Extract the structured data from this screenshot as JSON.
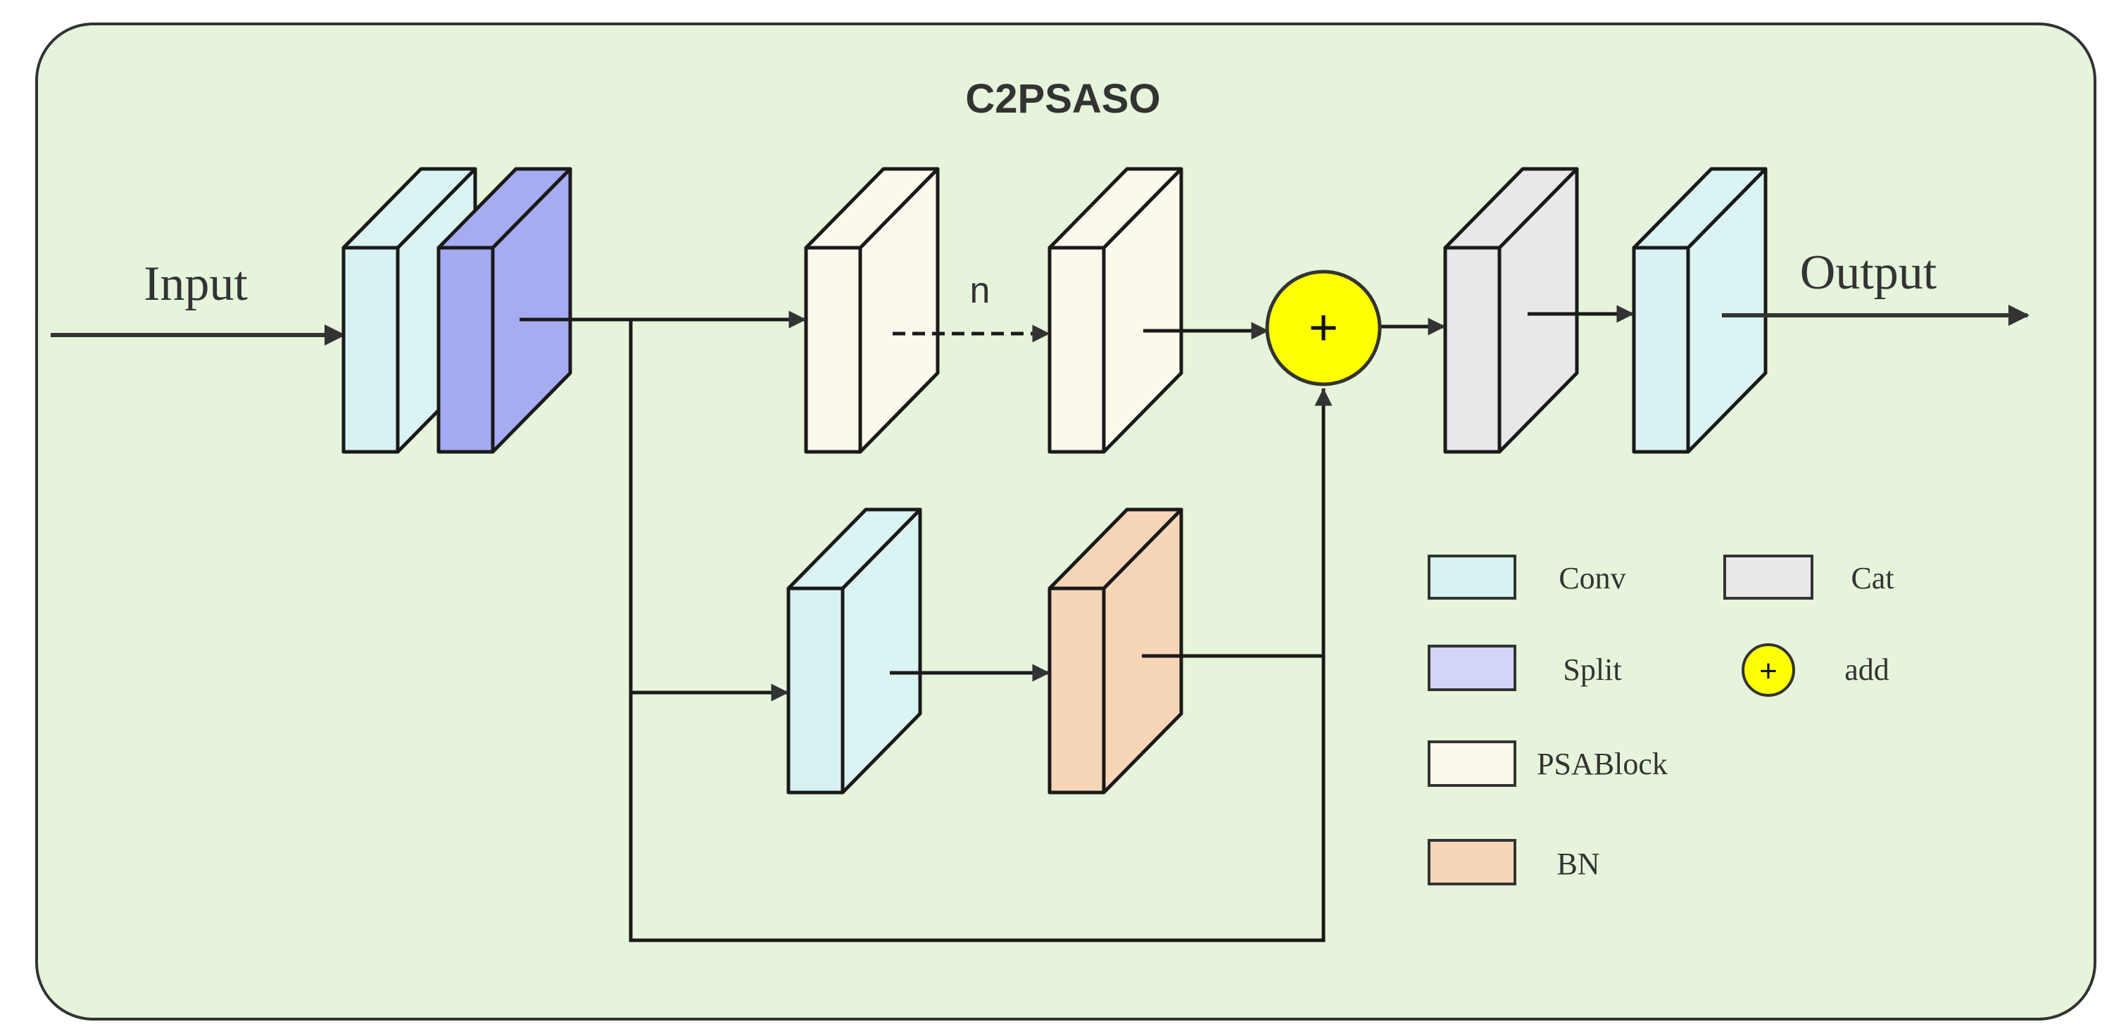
{
  "title": "C2PSASO",
  "labels": {
    "input": "Input",
    "output": "Output",
    "repeat": "n",
    "add_symbol": "+"
  },
  "legend": [
    {
      "key": "conv",
      "label": "Conv",
      "color": "#d8f2f2"
    },
    {
      "key": "split",
      "label": "Split",
      "color": "#d4d6f7"
    },
    {
      "key": "psablock",
      "label": "PSABlock",
      "color": "#fbf8ec"
    },
    {
      "key": "bn",
      "label": "BN",
      "color": "#f7d6b8"
    },
    {
      "key": "cat",
      "label": "Cat",
      "color": "#e6e8ea"
    },
    {
      "key": "add",
      "label": "add",
      "color": "#ffff00"
    }
  ],
  "colors": {
    "panel_bg": "#e5f4da",
    "stroke": "#1a1a1a",
    "conv_front": "#d8f2f2",
    "conv_face": "#daf3f3",
    "split_front": "#a5abf2",
    "split_face": "#a6acf2",
    "psa_front": "#fbf8ec",
    "bn_front": "#f7d6b8",
    "cat_front": "#e6e8ea",
    "add_fill": "#ffff00"
  }
}
